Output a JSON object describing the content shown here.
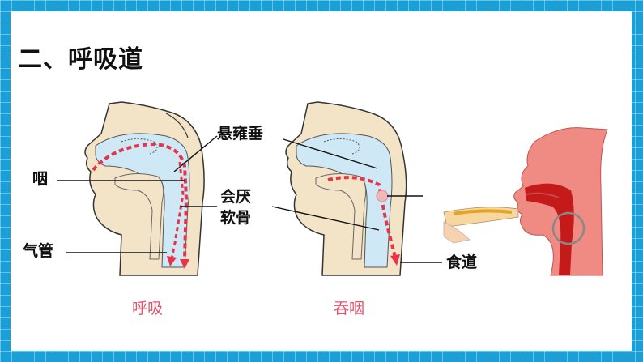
{
  "title": "二、呼吸道",
  "labels": {
    "pharynx": "咽",
    "trachea": "气管",
    "uvula": "悬雍垂",
    "epiglottis": "会厌\n软骨",
    "esophagus": "食道"
  },
  "captions": {
    "breathing": "呼吸",
    "swallowing": "吞咽"
  },
  "colors": {
    "frame": "#1a9fd6",
    "airway": "#cfe8f5",
    "tissue": "#f3e4c8",
    "arrow": "#e8344a",
    "flesh": "#f08b84"
  }
}
